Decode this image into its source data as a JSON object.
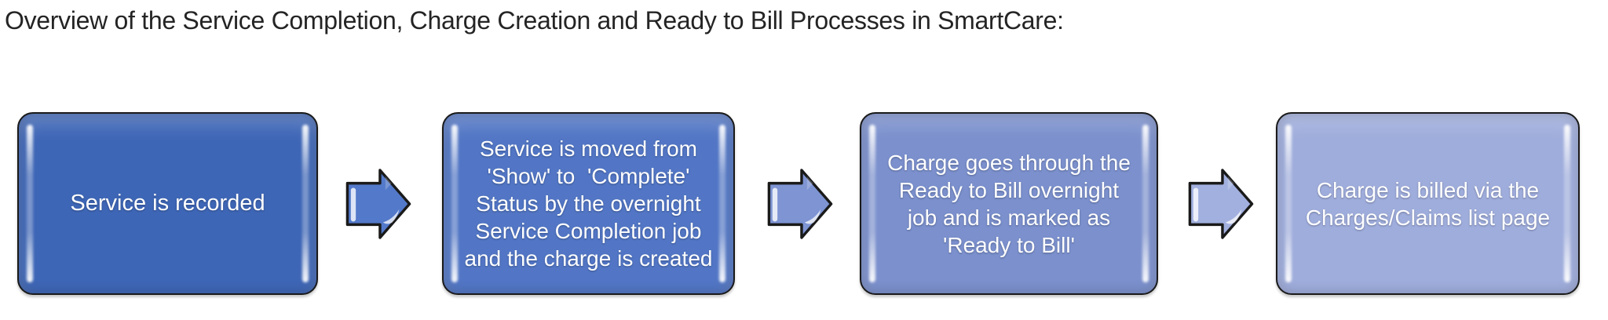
{
  "title": "Overview of the Service Completion, Charge Creation and Ready to Bill Processes in SmartCare:",
  "colors": {
    "outline": "#1a1a1a",
    "title_text": "#242424",
    "step_text": "#ffffff",
    "background": "#ffffff"
  },
  "steps": [
    {
      "label": "Service is recorded",
      "color": "#3E66B6"
    },
    {
      "label": "Service is moved from\n'Show' to  'Complete'\nStatus by the overnight\nService Completion job\nand the charge is created",
      "color": "#5276C5"
    },
    {
      "label": "Charge goes through the\nReady to Bill overnight\njob and is marked as\n'Ready to Bill'",
      "color": "#7B90CD"
    },
    {
      "label": "Charge is billed via the\nCharges/Claims list page",
      "color": "#9FADDC"
    }
  ],
  "arrows": [
    {
      "color": "#5379CA"
    },
    {
      "color": "#7E94D3"
    },
    {
      "color": "#A2B0DF"
    }
  ]
}
